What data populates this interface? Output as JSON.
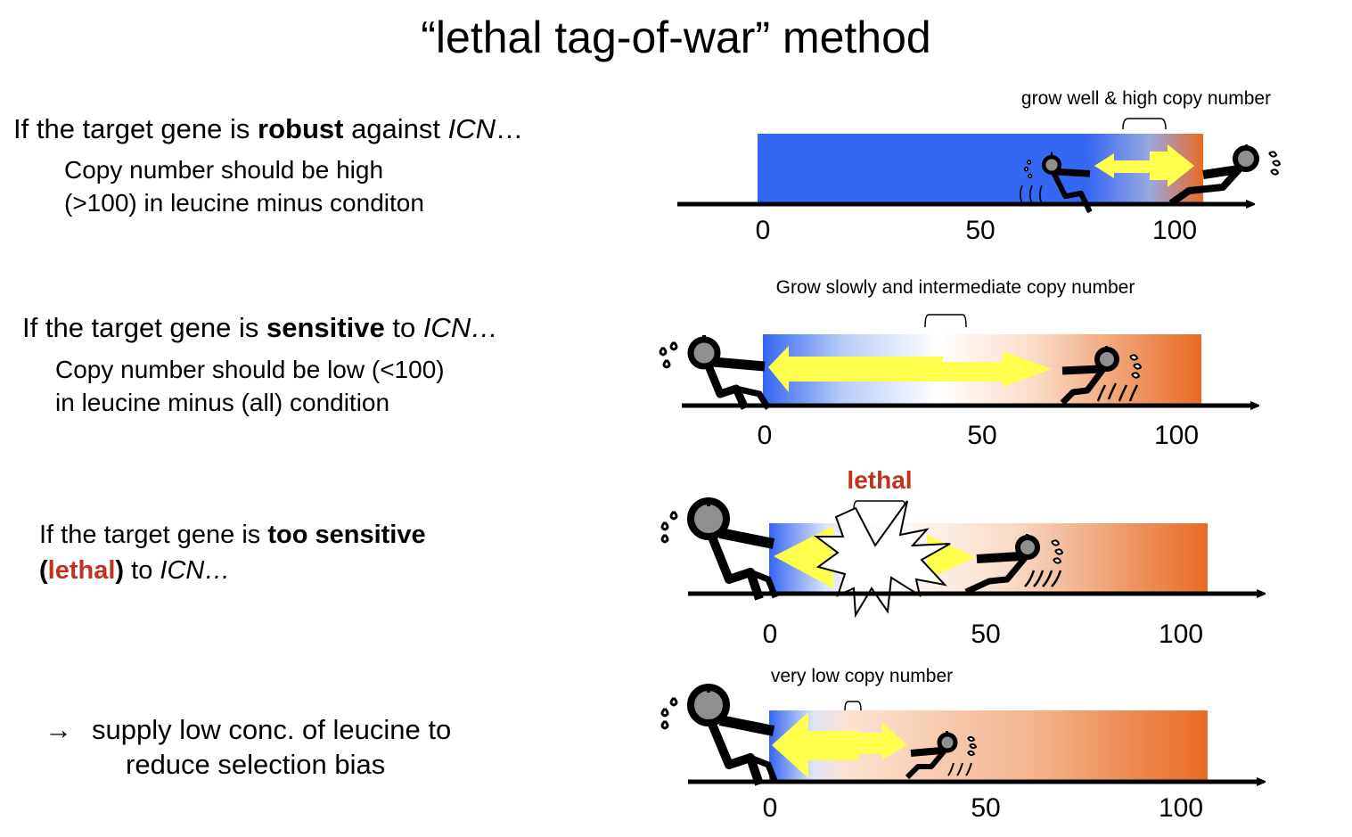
{
  "title": "“lethal tag-of-war” method",
  "left": {
    "robust": {
      "pre": "If the target gene is ",
      "em": "robust",
      "mid": " against ",
      "gene": "ICN",
      "post": "…",
      "line1": "Copy number should be high",
      "line2": "(>100) in leucine minus conditon"
    },
    "sensitive": {
      "pre": "If the target gene is ",
      "em": "sensitive",
      "mid": " to ",
      "gene": "ICN…",
      "line1": "Copy number should be low (<100)",
      "line2": "in leucine minus (all) condition"
    },
    "too_sensitive": {
      "pre": "If the target gene is ",
      "em": "too sensitive",
      "open": "(",
      "lethal": "lethal",
      "close": ")",
      "mid": " to ",
      "gene": "ICN…"
    },
    "conclusion": {
      "arrow": "→",
      "line1": "supply low conc. of leucine to",
      "line2": "reduce selection bias"
    }
  },
  "panels": [
    {
      "id": "robust",
      "caption": "grow well & high copy number",
      "caption_color": "#000000",
      "ticks": [
        "0",
        "50",
        "100"
      ],
      "balance_point": 95,
      "outcome": "high copy number"
    },
    {
      "id": "sensitive",
      "caption": "Grow slowly and intermediate copy number",
      "caption_color": "#000000",
      "ticks": [
        "0",
        "50",
        "100"
      ],
      "balance_point": 45,
      "outcome": "intermediate copy number"
    },
    {
      "id": "lethal",
      "caption": "lethal",
      "caption_color": "#c0311f",
      "ticks": [
        "0",
        "50",
        "100"
      ],
      "balance_point": 25,
      "outcome": "lethal"
    },
    {
      "id": "low-leucine",
      "caption": "very low copy number",
      "caption_color": "#000000",
      "ticks": [
        "0",
        "50",
        "100"
      ],
      "balance_point": 20,
      "outcome": "very low copy number"
    }
  ],
  "colors": {
    "blue": "#3567f5",
    "orange": "#e86a24",
    "arrow_yellow": "#ffff4d",
    "lethal_red": "#c0311f"
  }
}
